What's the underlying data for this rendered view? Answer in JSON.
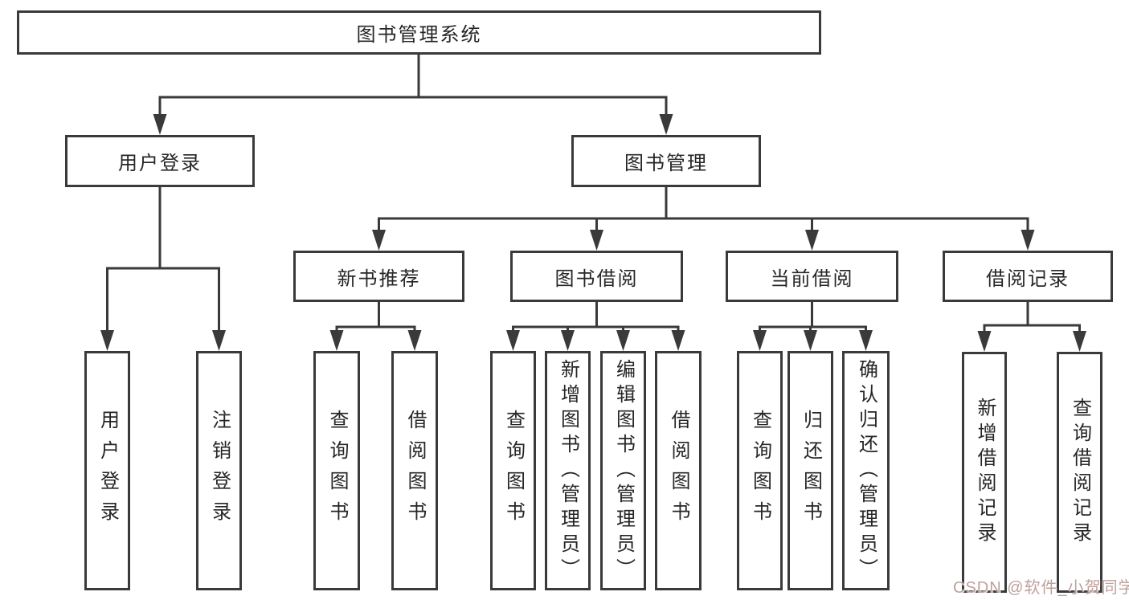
{
  "colors": {
    "background": "#ffffff",
    "line": "#3a3a3a",
    "box_border": "#3a3a3a",
    "text": "#262626",
    "watermark": "#bfa09c"
  },
  "watermark": {
    "text": "CSDN @软件_小贺同学"
  },
  "nodes": {
    "root": {
      "label": "图书管理系统"
    },
    "user_login": {
      "label": "用户登录"
    },
    "book_mgmt": {
      "label": "图书管理"
    },
    "new_book_rec": {
      "label": "新书推荐"
    },
    "book_borrow": {
      "label": "图书借阅"
    },
    "current_borrow": {
      "label": "当前借阅"
    },
    "borrow_records": {
      "label": "借阅记录"
    },
    "leaf_user_login": {
      "label": "用户登录"
    },
    "leaf_logout": {
      "label": "注销登录"
    },
    "leaf_query_books_rec": {
      "label": "查询图书"
    },
    "leaf_borrow_books_rec": {
      "label": "借阅图书"
    },
    "leaf_query_books_borrow": {
      "label": "查询图书"
    },
    "leaf_add_books_admin": {
      "label": "新增图书（管理员）"
    },
    "leaf_edit_books_admin": {
      "label": "编辑图书（管理员）"
    },
    "leaf_borrow_books_borrow": {
      "label": "借阅图书"
    },
    "leaf_query_books_current": {
      "label": "查询图书"
    },
    "leaf_return_books": {
      "label": "归还图书"
    },
    "leaf_confirm_return_admin": {
      "label": "确认归还（管理员）"
    },
    "leaf_add_borrow_record": {
      "label": "新增借阅记录"
    },
    "leaf_query_borrow_record": {
      "label": "查询借阅记录"
    }
  },
  "structure": {
    "root": [
      "user_login",
      "book_mgmt"
    ],
    "user_login": [
      "leaf_user_login",
      "leaf_logout"
    ],
    "book_mgmt": [
      "new_book_rec",
      "book_borrow",
      "current_borrow",
      "borrow_records"
    ],
    "new_book_rec": [
      "leaf_query_books_rec",
      "leaf_borrow_books_rec"
    ],
    "book_borrow": [
      "leaf_query_books_borrow",
      "leaf_add_books_admin",
      "leaf_edit_books_admin",
      "leaf_borrow_books_borrow"
    ],
    "current_borrow": [
      "leaf_query_books_current",
      "leaf_return_books",
      "leaf_confirm_return_admin"
    ],
    "borrow_records": [
      "leaf_add_borrow_record",
      "leaf_query_borrow_record"
    ]
  }
}
